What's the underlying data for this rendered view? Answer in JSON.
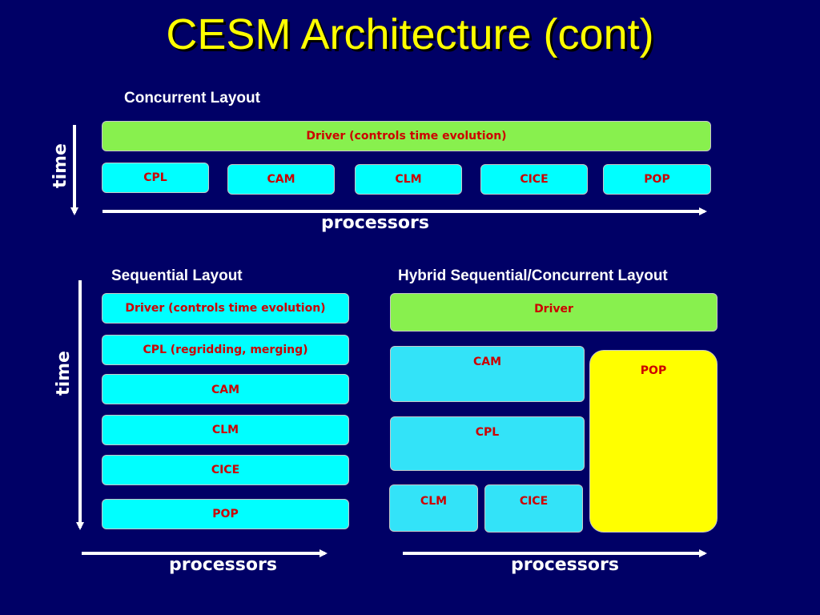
{
  "title": "CESM Architecture (cont)",
  "concurrent": {
    "label": "Concurrent  Layout",
    "driver": "Driver (controls time evolution)",
    "components": [
      "CPL",
      "CAM",
      "CLM",
      "CICE",
      "POP"
    ],
    "time_label": "time",
    "processors_label": "processors"
  },
  "sequential": {
    "label": "Sequential Layout",
    "driver": "Driver (controls time evolution)",
    "components": [
      "CPL (regridding, merging)",
      "CAM",
      "CLM",
      "CICE",
      "POP"
    ],
    "time_label": "time",
    "processors_label": "processors"
  },
  "hybrid": {
    "label": "Hybrid Sequential/Concurrent Layout",
    "driver": "Driver",
    "cam": "CAM",
    "cpl": "CPL",
    "clm": "CLM",
    "cice": "CICE",
    "pop": "POP",
    "processors_label": "processors"
  },
  "colors": {
    "background": "#000066",
    "title": "#ffff00",
    "driver_box": "#88f04e",
    "component_box": "#00ffff",
    "pop_hybrid_box": "#ffff00",
    "box_text": "#cc0000"
  }
}
